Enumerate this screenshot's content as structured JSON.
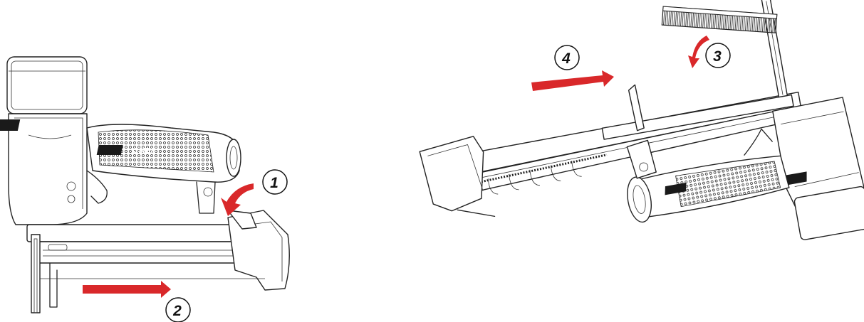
{
  "diagram": {
    "steps": [
      {
        "id": 1,
        "label": "1"
      },
      {
        "id": 2,
        "label": "2"
      },
      {
        "id": 3,
        "label": "3"
      },
      {
        "id": 4,
        "label": "4"
      }
    ],
    "arrow_color": "#d9282a",
    "line_color": "#222222"
  }
}
